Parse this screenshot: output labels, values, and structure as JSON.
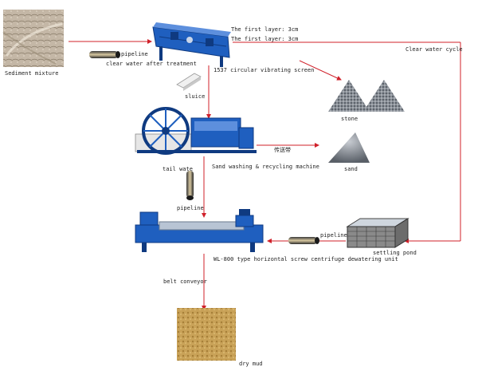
{
  "labels": {
    "sediment_mixture": "Sediment mixture",
    "pipeline_top": "pipeline",
    "clear_water_after_treatment": "clear water after treatment",
    "first_layer_a": "The first layer: 3cm",
    "first_layer_b": "The first layer: 3cm",
    "clear_water_cycle": "Clear water cycle",
    "vibrating_screen": "1537 circular vibrating screen",
    "sluice": "sluice",
    "stone": "stone",
    "conveyor_cn": "传送带",
    "sand": "sand",
    "tail_wate": "tail wate",
    "sand_washing": "Sand washing & recycling machine",
    "pipeline_mid": "pipeline",
    "pipeline_right": "pipeline",
    "settling_pond": "settling pond",
    "centrifuge": "WL-800 type horizontal screw centrifuge dewatering unit",
    "belt_conveyor": "belt conveyor",
    "dry_mud": "dry mud"
  },
  "colors": {
    "flow_line": "#d0202a",
    "machine_blue": "#1f5fbf",
    "machine_dark": "#0f3a80"
  }
}
